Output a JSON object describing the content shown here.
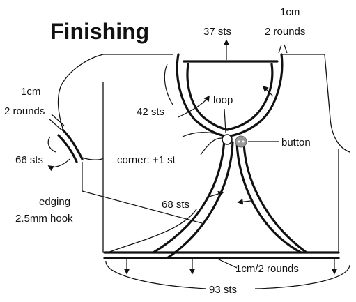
{
  "title": "Finishing",
  "labels": {
    "neck_count": "37 sts",
    "neck_depth_line1": "1cm",
    "neck_depth_line2": "2 rounds",
    "sleeve_depth_line1": "1cm",
    "sleeve_depth_line2": "2 rounds",
    "neck_side_count": "42 sts",
    "loop": "loop",
    "button": "button",
    "sleeve_count": "66 sts",
    "corner": "corner: +1 st",
    "edging_line1": "edging",
    "edging_line2": "2.5mm hook",
    "front_count": "68 sts",
    "hem_depth": "1cm/2 rounds",
    "hem_count": "93 sts"
  },
  "colors": {
    "ink": "#111111",
    "button_fill": "#9a9a9a",
    "background": "#ffffff"
  },
  "icons": {
    "loop": "loop-icon",
    "button": "button-icon"
  }
}
